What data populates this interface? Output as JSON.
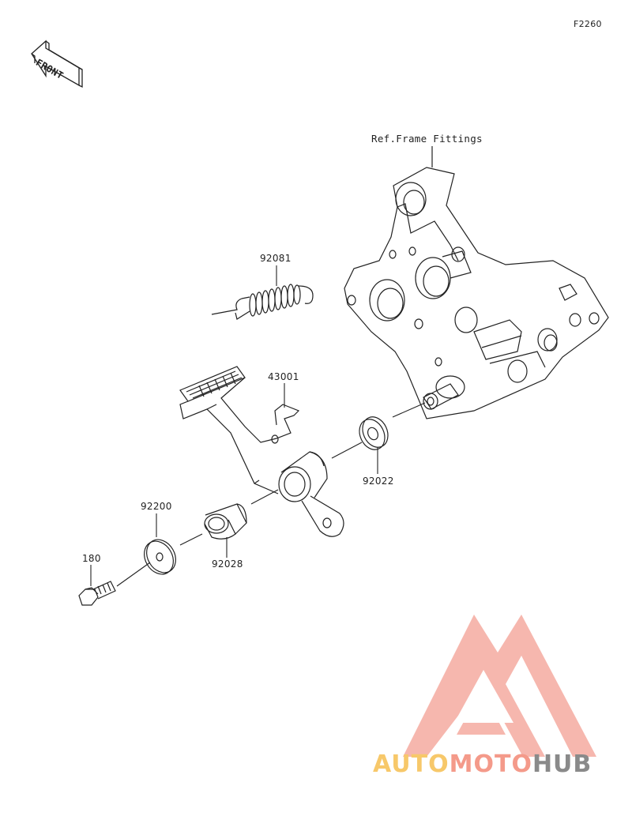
{
  "diagram": {
    "figure_code": "F2260",
    "front_label": "FRONT",
    "ref_label": "Ref.Frame Fittings",
    "parts": [
      {
        "id": "p92081",
        "number": "92081"
      },
      {
        "id": "p43001",
        "number": "43001"
      },
      {
        "id": "p92022",
        "number": "92022"
      },
      {
        "id": "p92200",
        "number": "92200"
      },
      {
        "id": "p92028",
        "number": "92028"
      },
      {
        "id": "p180",
        "number": "180"
      }
    ]
  },
  "watermark": {
    "part1": "AUTO",
    "part2": "MOTO",
    "part3": "HUB",
    "colors": {
      "auto": "#f7c86a",
      "moto": "#f49a8a",
      "hub": "#8a8a8a",
      "logo": "#f4a49a"
    }
  }
}
